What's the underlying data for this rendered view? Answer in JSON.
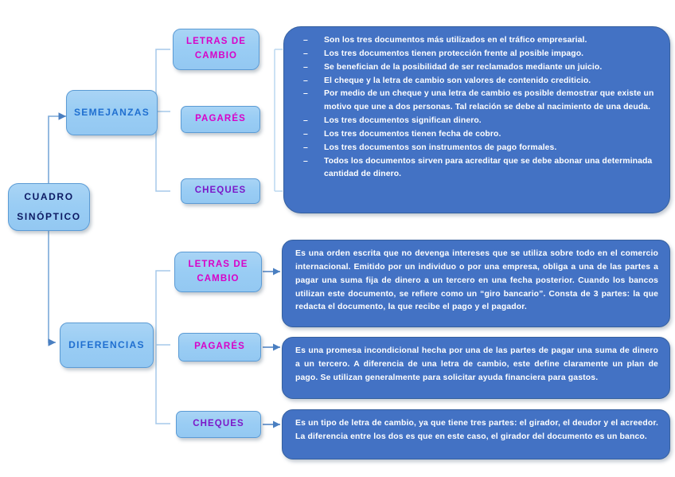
{
  "diagram": {
    "title": "Cuadro Sinóptico - Letras de cambio, pagarés y cheques",
    "colors": {
      "node_fill": "#9acdf4",
      "node_border": "#5b9bd5",
      "panel_fill": "#4372c4",
      "panel_border": "#35609f",
      "connector": "#5b9bd5",
      "root_text": "#0d1a63",
      "branch_text": "#1f6fd0",
      "magenta_text": "#d800c8",
      "purple_text": "#7b18c8",
      "panel_text": "#ffffff"
    },
    "root": {
      "label": "CUADRO\nSINÓPTICO"
    },
    "branches": [
      {
        "id": "semejanzas",
        "label": "SEMEJANZAS",
        "leaves": [
          {
            "id": "letras-de-cambio-sem",
            "label": "LETRAS DE\nCAMBIO",
            "color": "magenta"
          },
          {
            "id": "pagares-sem",
            "label": "PAGARÉS",
            "color": "magenta"
          },
          {
            "id": "cheques-sem",
            "label": "CHEQUES",
            "color": "purple"
          }
        ],
        "panel": {
          "id": "semejanzas-panel",
          "bullets": [
            "Son los tres documentos más utilizados en el tráfico empresarial.",
            "Los tres documentos tienen protección frente al posible impago.",
            "Se benefician de la posibilidad de ser reclamados mediante un juicio.",
            "El cheque y la letra de cambio son valores de contenido crediticio.",
            "Por medio de un cheque y una letra de cambio es posible demostrar que existe un motivo que une a dos personas. Tal relación se debe al nacimiento de una deuda.",
            "Los tres documentos significan dinero.",
            "Los tres documentos tienen fecha de cobro.",
            "Los tres documentos son instrumentos de pago formales.",
            "Todos los documentos sirven para acreditar que se debe abonar una determinada cantidad de dinero."
          ],
          "bullet_marker": "–"
        }
      },
      {
        "id": "diferencias",
        "label": "DIFERENCIAS",
        "leaves": [
          {
            "id": "letras-de-cambio-dif",
            "label": "LETRAS DE\nCAMBIO",
            "color": "magenta"
          },
          {
            "id": "pagares-dif",
            "label": "PAGARÉS",
            "color": "magenta"
          },
          {
            "id": "cheques-dif",
            "label": "CHEQUES",
            "color": "purple"
          }
        ],
        "panels": [
          {
            "id": "letras-de-cambio-panel",
            "text": "Es una orden escrita que no devenga intereses que se utiliza sobre todo en el comercio internacional. Emitido por un individuo o por una empresa, obliga a una de las partes a pagar una suma fija de dinero a un tercero en una fecha posterior. Cuando los bancos utilizan este documento, se refiere como un “giro bancario”. Consta de 3 partes: la que redacta el documento, la que recibe el pago y el pagador."
          },
          {
            "id": "pagares-panel",
            "text": "Es una promesa incondicional hecha por una de las partes de pagar una suma de dinero a un tercero. A diferencia de una letra de cambio, este define claramente un plan de pago. Se utilizan generalmente para solicitar ayuda financiera para gastos."
          },
          {
            "id": "cheques-panel",
            "text": "Es un tipo de letra de cambio, ya que tiene tres partes: el girador, el deudor y el acreedor. La diferencia entre los dos es que en este caso, el girador del documento es un banco."
          }
        ]
      }
    ]
  }
}
